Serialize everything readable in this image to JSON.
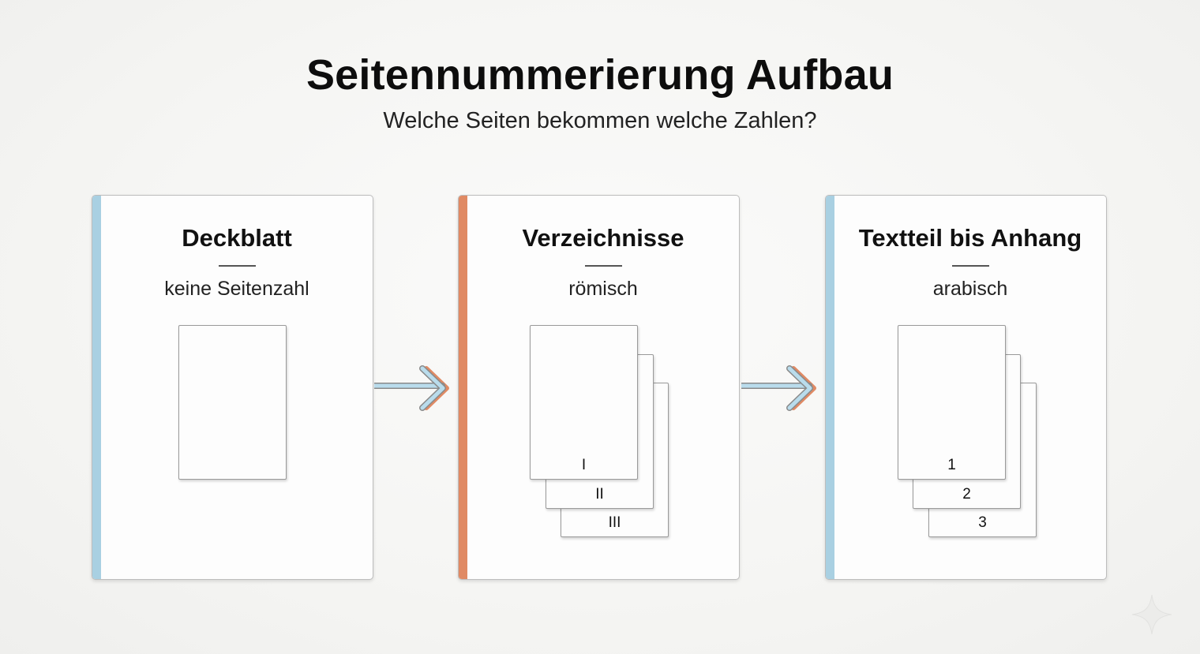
{
  "title": "Seitennummerierung Aufbau",
  "subtitle": "Welche Seiten bekommen welche Zahlen?",
  "colors": {
    "blue_accent": "#a9d0e2",
    "orange_accent": "#e08a64",
    "background": "#f5f5f3"
  },
  "panels": [
    {
      "heading": "Deckblatt",
      "description": "keine Seitenzahl",
      "accent": "blue",
      "pages": []
    },
    {
      "heading": "Verzeichnisse",
      "description": "römisch",
      "accent": "orange",
      "pages": [
        "I",
        "II",
        "III"
      ]
    },
    {
      "heading": "Textteil bis Anhang",
      "description": "arabisch",
      "accent": "blue",
      "pages": [
        "1",
        "2",
        "3"
      ]
    }
  ],
  "arrows": [
    {
      "from": "Deckblatt",
      "to": "Verzeichnisse"
    },
    {
      "from": "Verzeichnisse",
      "to": "Textteil bis Anhang"
    }
  ],
  "icons": {
    "arrow": "arrow-right-icon",
    "sparkle": "sparkle-icon"
  }
}
